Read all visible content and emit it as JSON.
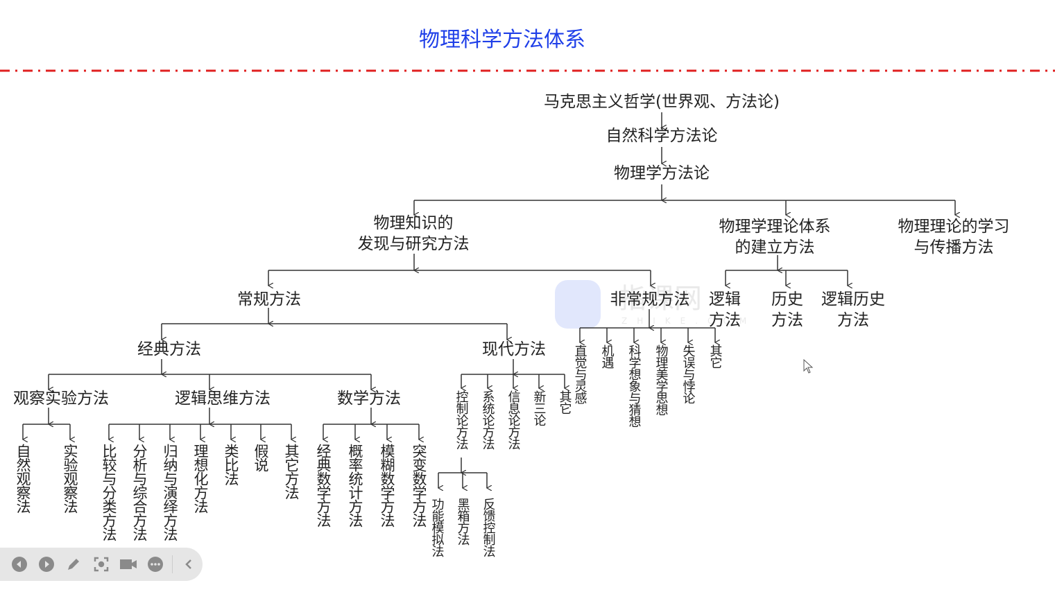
{
  "title": "物理科学方法体系",
  "watermark": {
    "text": "指课网",
    "sub": "ZHIKE.COM"
  },
  "colors": {
    "title": "#1f3fe8",
    "divider": "#e02020",
    "toolbar_bg": "#e6e6e6",
    "icon": "#8a8a8a"
  },
  "tree": {
    "root": "马克思主义哲学(世界观、方法论)",
    "level1": "自然科学方法论",
    "level2": "物理学方法论",
    "branches": {
      "discovery": [
        "物理知识的",
        "发现与研究方法"
      ],
      "theory": [
        "物理学理论体系",
        "的建立方法"
      ],
      "learning": [
        "物理理论的学习",
        "与传播方法"
      ]
    },
    "regular": "常规方法",
    "irregular": "非常规方法",
    "theory_children": [
      [
        "逻辑",
        "方法"
      ],
      [
        "历史",
        "方法"
      ],
      [
        "逻辑历史",
        "方法"
      ]
    ],
    "classic": "经典方法",
    "modern": "现代方法",
    "irregular_children": [
      "直觉与灵感",
      "机遇",
      "科学想象与猜想",
      "物理美学思想",
      "失误与悖论",
      "其它"
    ],
    "classic_children": [
      "观察实验方法",
      "逻辑思维方法",
      "数学方法"
    ],
    "modern_children": [
      "控制论方法",
      "系统论方法",
      "信息论方法",
      "新三论",
      "其它"
    ],
    "observation_children": [
      "自然观察法",
      "实验观察法"
    ],
    "logic_children": [
      "比较与分类方法",
      "分析与综合方法",
      "归纳与演绎方法",
      "理想化方法",
      "类比法",
      "假说",
      "其它方法"
    ],
    "math_children": [
      "经典数学方法",
      "概率统计方法",
      "模糊数学方法",
      "突变数学方法"
    ],
    "control_children": [
      "功能模拟法",
      "黑箱方法",
      "反馈控制法"
    ]
  },
  "toolbar": {
    "icons": [
      "previous-icon",
      "next-icon",
      "pen-icon",
      "screenshot-icon",
      "camera-icon",
      "more-icon",
      "collapse-icon"
    ]
  }
}
